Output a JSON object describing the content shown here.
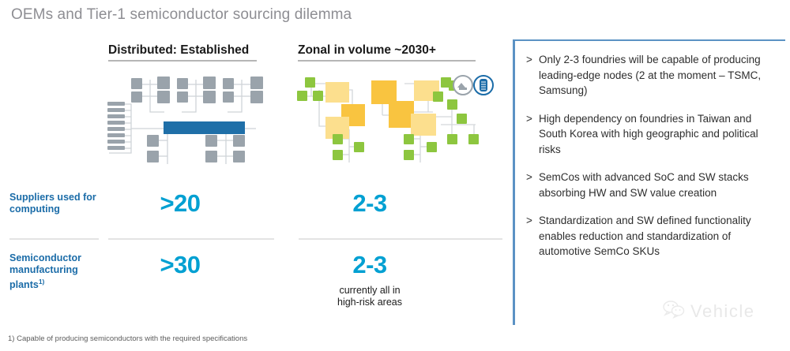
{
  "slide": {
    "title": "OEMs and Tier-1 semiconductor sourcing dilemma",
    "footnote": "1) Capable of producing semiconductors with the required specifications"
  },
  "columns": [
    {
      "id": "distributed",
      "header": "Distributed: Established"
    },
    {
      "id": "zonal",
      "header": "Zonal in volume ~2030+"
    }
  ],
  "metrics": [
    {
      "label": "Suppliers used for computing",
      "distributed": ">20",
      "zonal": "2-3",
      "zonal_sub": ""
    },
    {
      "label_part1": "Semiconductor manufacturing plants",
      "label_footnote_marker": "1)",
      "distributed": ">30",
      "zonal": "2-3",
      "zonal_sub_line1": "currently all in",
      "zonal_sub_line2": "high-risk areas"
    }
  ],
  "side_panel": {
    "bullet_marker": ">",
    "bullets": [
      "Only 2-3 foundries will be capable of producing leading-edge nodes (2 at the moment – TSMC, Samsung)",
      "High dependency on foundries in Taiwan and South Korea with high geographic and political risks",
      "SemCos with advanced SoC and SW stacks absorbing HW and SW value creation",
      "Standardization and SW defined functionality enables reduction and standardization of automotive SemCo SKUs"
    ]
  },
  "watermark": {
    "text": "Vehicle",
    "icon": "wechat-icon"
  },
  "colors": {
    "title_gray": "#8e8e93",
    "label_blue": "#1b6ca8",
    "value_cyan": "#00a0d2",
    "bar_blue": "#1f6fa8",
    "node_gray": "#9aa3ab",
    "node_yellow_dark": "#f9c440",
    "node_yellow_light": "#fcdf8e",
    "node_green": "#8dc63f",
    "panel_border": "#5b92c4",
    "divider": "#e3e3e3"
  },
  "diagram_distributed": {
    "name": "distributed-architecture-diagram",
    "bus_label": "central-bus",
    "node_count_gray": 14,
    "connector_bank": "harness-connector-bank"
  },
  "diagram_zonal": {
    "name": "zonal-architecture-diagram",
    "zone_controllers": 7,
    "sensor_nodes": 16,
    "icons": [
      "cloud-icon",
      "server-icon"
    ]
  }
}
